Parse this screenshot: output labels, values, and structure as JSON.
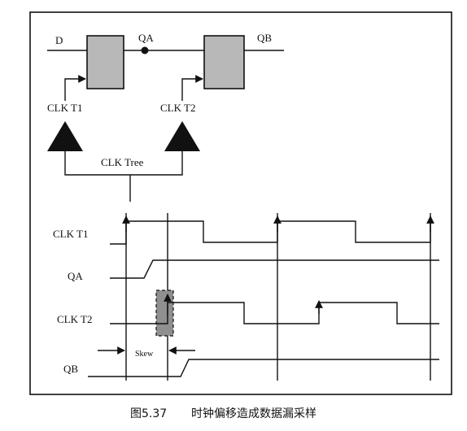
{
  "labels": {
    "d": "D",
    "qa": "QA",
    "qb": "QB",
    "clk_t1": "CLK T1",
    "clk_t2": "CLK T2",
    "clk_tree": "CLK Tree",
    "wave_clk_t1": "CLK T1",
    "wave_qa": "QA",
    "wave_clk_t2": "CLK T2",
    "wave_qb": "QB",
    "skew": "Skew"
  },
  "caption": {
    "figure_no": "图5.37",
    "title": "时钟偏移造成数据漏采样"
  },
  "colors": {
    "flipflop_fill": "#b8b8b8",
    "skew_fill": "#8f8f8f",
    "line": "#111111"
  }
}
